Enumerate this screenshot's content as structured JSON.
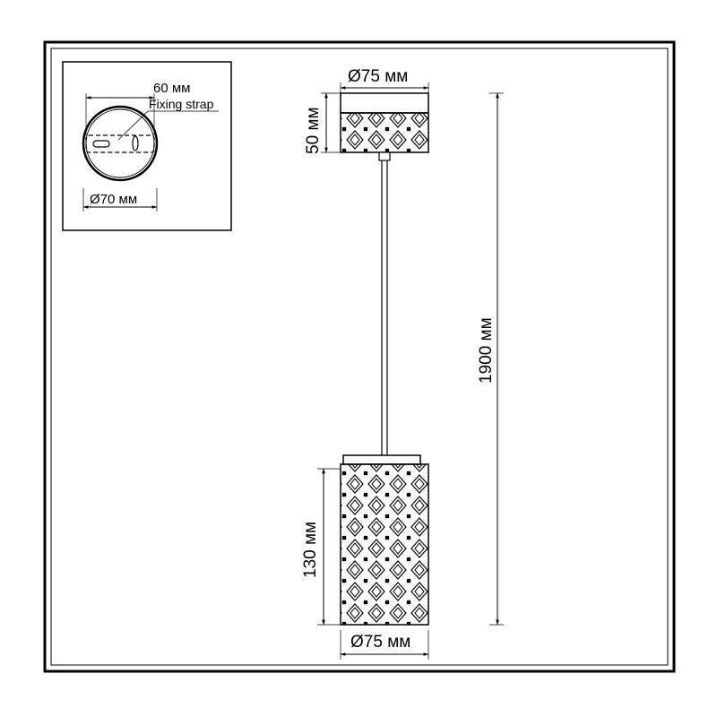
{
  "inset": {
    "strap_length": "60 мм",
    "strap_label": "Fixing strap",
    "mount_diameter": "Ø70 мм"
  },
  "canopy": {
    "diameter": "Ø75 мм",
    "height": "50 мм"
  },
  "overall_length": "1900 мм",
  "shade": {
    "height": "130 мм",
    "diameter": "Ø75 мм"
  },
  "colors": {
    "frame": "#000000",
    "line": "#000000",
    "background": "#ffffff"
  }
}
